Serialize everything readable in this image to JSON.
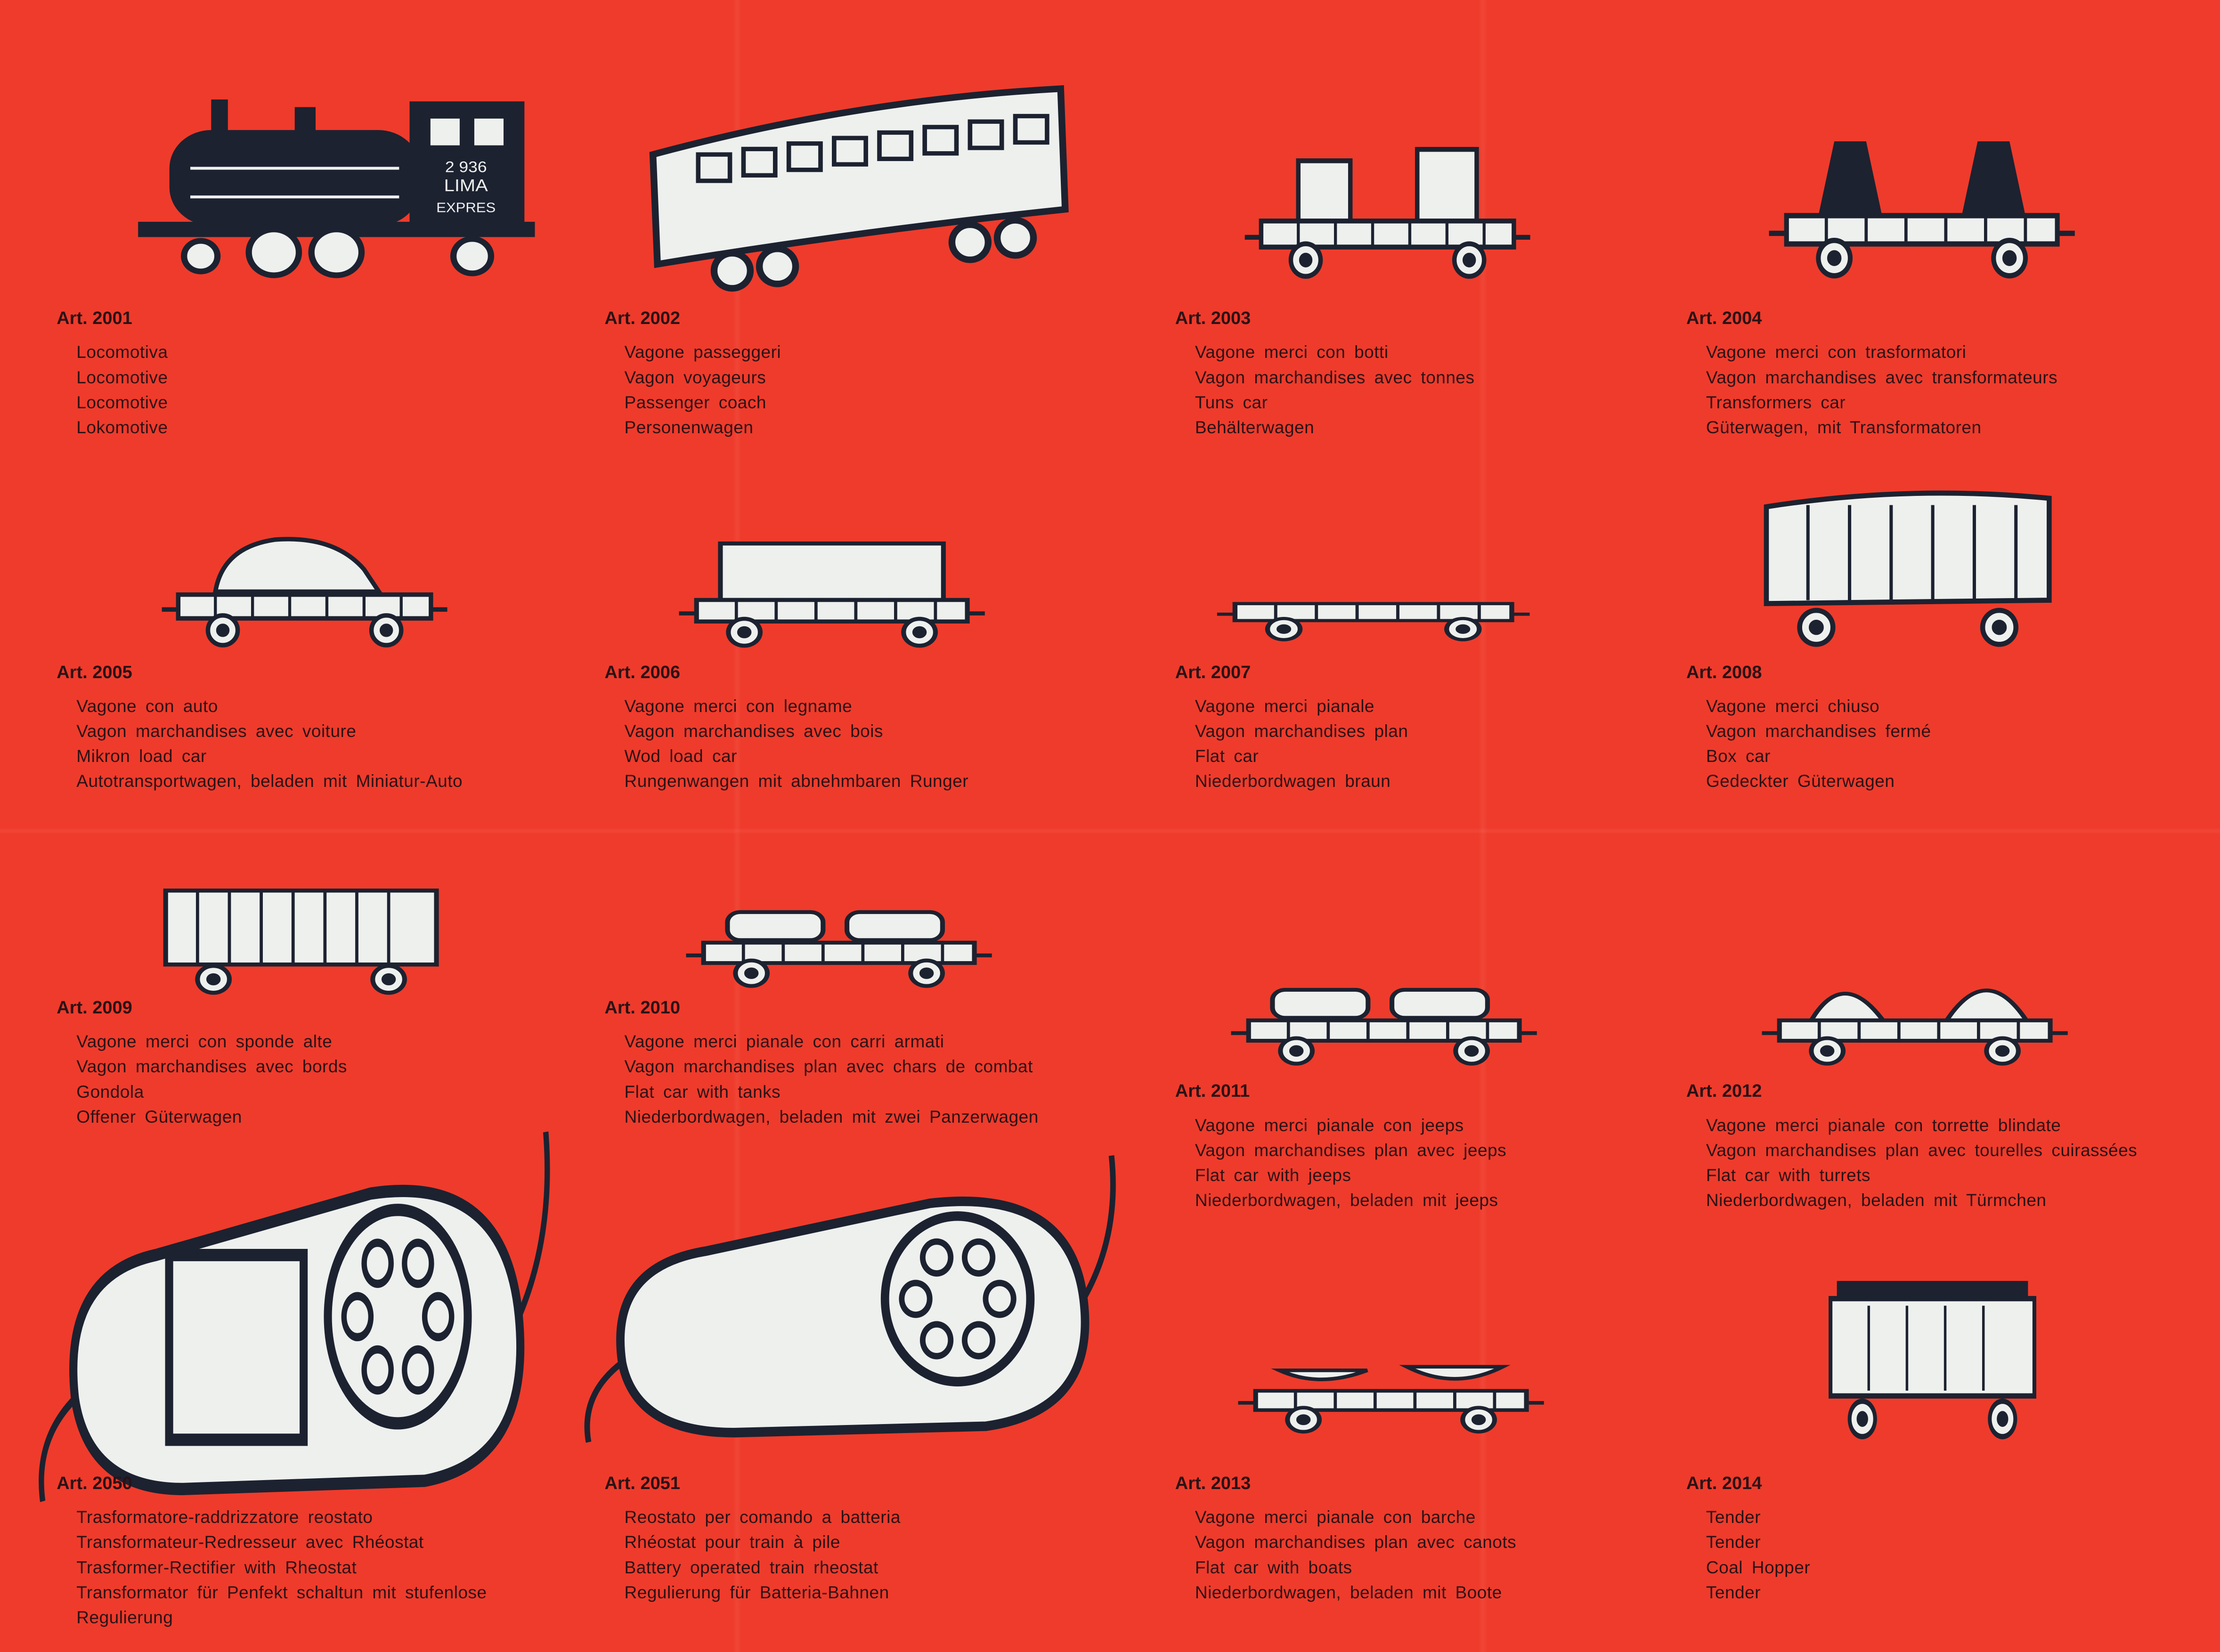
{
  "catalog": {
    "items": [
      {
        "art": "Art. 2001",
        "illustration": "locomotive",
        "loco_markings": [
          "2 936",
          "LIMA",
          "EXPRES"
        ],
        "lines": [
          "Locomotiva",
          "Locomotive",
          "Locomotive",
          "Lokomotive"
        ]
      },
      {
        "art": "Art. 2002",
        "illustration": "passenger-coach",
        "lines": [
          "Vagone passeggeri",
          "Vagon voyageurs",
          "Passenger coach",
          "Personenwagen"
        ]
      },
      {
        "art": "Art. 2003",
        "illustration": "flatcar-tuns",
        "lines": [
          "Vagone merci con botti",
          "Vagon marchandises avec tonnes",
          "Tuns car",
          "Behälterwagen"
        ]
      },
      {
        "art": "Art. 2004",
        "illustration": "flatcar-transformers",
        "lines": [
          "Vagone merci con trasformatori",
          "Vagon marchandises avec transformateurs",
          "Transformers car",
          "Güterwagen, mit Transformatoren"
        ]
      },
      {
        "art": "Art. 2005",
        "illustration": "flatcar-auto",
        "lines": [
          "Vagone con auto",
          "Vagon marchandises avec voiture",
          "Mikron load car",
          "Autotransportwagen, beladen mit Miniatur-Auto"
        ]
      },
      {
        "art": "Art. 2006",
        "illustration": "flatcar-wood",
        "lines": [
          "Vagone merci con legname",
          "Vagon marchandises avec bois",
          "Wod load car",
          "Rungenwangen mit abnehmbaren Runger"
        ]
      },
      {
        "art": "Art. 2007",
        "illustration": "flatcar",
        "lines": [
          "Vagone merci pianale",
          "Vagon marchandises plan",
          "Flat car",
          "Niederbordwagen braun"
        ]
      },
      {
        "art": "Art. 2008",
        "illustration": "boxcar",
        "lines": [
          "Vagone merci chiuso",
          "Vagon marchandises fermé",
          "Box car",
          "Gedeckter Güterwagen"
        ]
      },
      {
        "art": "Art. 2009",
        "illustration": "gondola",
        "lines": [
          "Vagone merci con sponde alte",
          "Vagon marchandises avec bords",
          "Gondola",
          "Offener Güterwagen"
        ]
      },
      {
        "art": "Art. 2010",
        "illustration": "flatcar-tanks",
        "lines": [
          "Vagone merci pianale con carri armati",
          "Vagon marchandises plan avec chars de combat",
          "Flat car with tanks",
          "Niederbordwagen, beladen mit zwei Panzerwagen"
        ]
      },
      {
        "art": "Art. 2011",
        "illustration": "flatcar-jeeps",
        "lines": [
          "Vagone merci pianale con jeeps",
          "Vagon marchandises plan avec jeeps",
          "Flat car with jeeps",
          "Niederbordwagen, beladen mit jeeps"
        ]
      },
      {
        "art": "Art. 2012",
        "illustration": "flatcar-turrets",
        "lines": [
          "Vagone merci pianale con torrette blindate",
          "Vagon marchandises plan avec tourelles cuirassées",
          "Flat car with turrets",
          "Niederbordwagen, beladen mit Türmchen"
        ]
      },
      {
        "art": "Art. 2050",
        "illustration": "transformer-rheostat",
        "lines": [
          "Trasformatore-raddrizzatore reostato",
          "Transformateur-Redresseur avec Rhéostat",
          "Trasformer-Rectifier with Rheostat",
          "Transformator für Penfekt schaltun mit stufenlose",
          "Regulierung"
        ]
      },
      {
        "art": "Art. 2051",
        "illustration": "battery-rheostat",
        "lines": [
          "Reostato per comando a batteria",
          "Rhéostat pour train à pile",
          "Battery operated train rheostat",
          "Regulierung für Batteria-Bahnen"
        ]
      },
      {
        "art": "Art. 2013",
        "illustration": "flatcar-boats",
        "lines": [
          "Vagone merci pianale con barche",
          "Vagon marchandises plan avec canots",
          "Flat car with boats",
          "Niederbordwagen, beladen mit Boote"
        ]
      },
      {
        "art": "Art. 2014",
        "illustration": "tender",
        "lines": [
          "Tender",
          "Tender",
          "Coal Hopper",
          "Tender"
        ]
      }
    ]
  },
  "colors": {
    "background": "#ef3b2b",
    "text": "#2a1216",
    "ink": "#1c2230",
    "paper": "#eef0ee"
  }
}
